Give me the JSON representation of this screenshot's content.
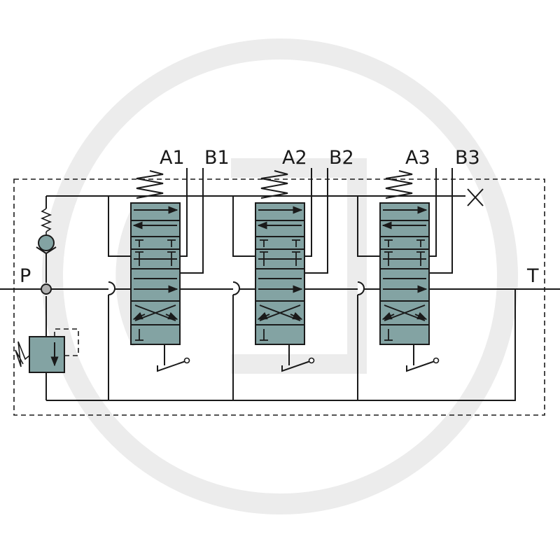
{
  "diagram": {
    "type": "hydraulic-schematic",
    "colors": {
      "line": "#1a1a1a",
      "valve_fill": "#83a3a3",
      "background": "#ffffff",
      "watermark": "#ececec"
    },
    "ports": {
      "pressure": "P",
      "tank": "T"
    },
    "sections": [
      {
        "a": "A1",
        "b": "B1"
      },
      {
        "a": "A2",
        "b": "B2"
      },
      {
        "a": "A3",
        "b": "B3"
      }
    ],
    "icons": [
      "spring-icon",
      "check-valve-icon",
      "relief-valve-icon",
      "lever-icon",
      "plug-icon",
      "arrow-icon",
      "watermark-logo"
    ]
  }
}
